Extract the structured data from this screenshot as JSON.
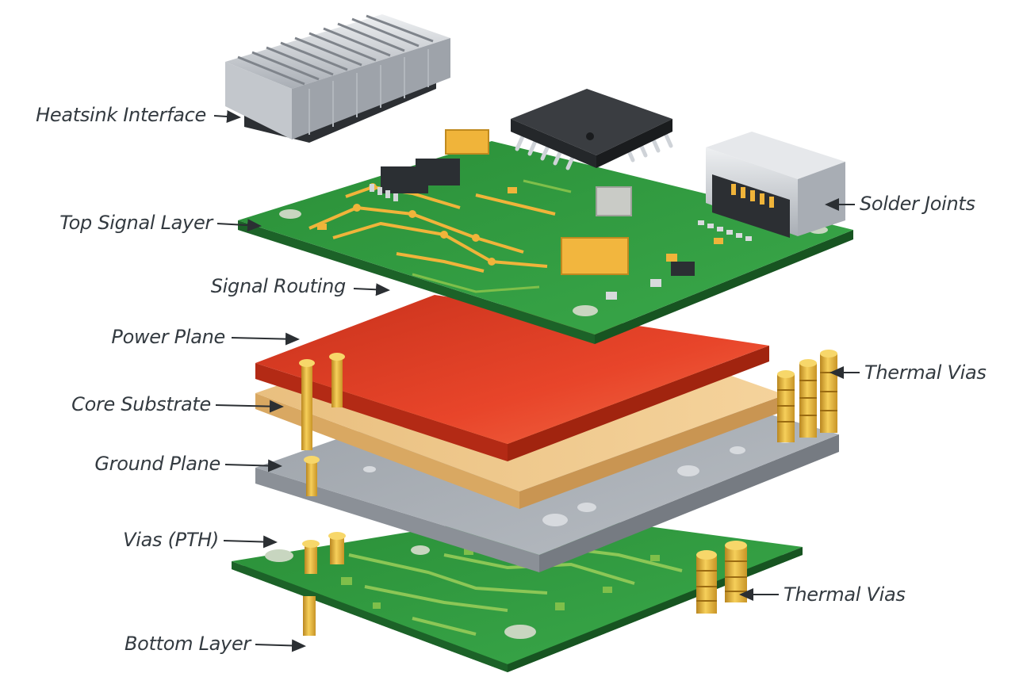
{
  "labels": {
    "heatsink_interface": "Heatsink Interface",
    "top_signal_layer": "Top Signal Layer",
    "signal_routing": "Signal Routing",
    "power_plane": "Power Plane",
    "core_substrate": "Core Substrate",
    "ground_plane": "Ground Plane",
    "vias_pth": "Vias (PTH)",
    "bottom_layer": "Bottom Layer",
    "solder_joints": "Solder Joints",
    "thermal_vias_upper": "Thermal Vias",
    "thermal_vias_lower": "Thermal Vias"
  },
  "colors": {
    "pcb_green": "#2e9a3e",
    "pcb_green_dark": "#1e6f2b",
    "copper_trace": "#f0b43a",
    "power_plane_red": "#e8452a",
    "core_substrate_tan": "#f0c98a",
    "ground_plane_gray": "#a9adb3",
    "via_gold": "#e9b53a",
    "heatsink_silver": "#cfd3d8",
    "label_text": "#333a40"
  }
}
